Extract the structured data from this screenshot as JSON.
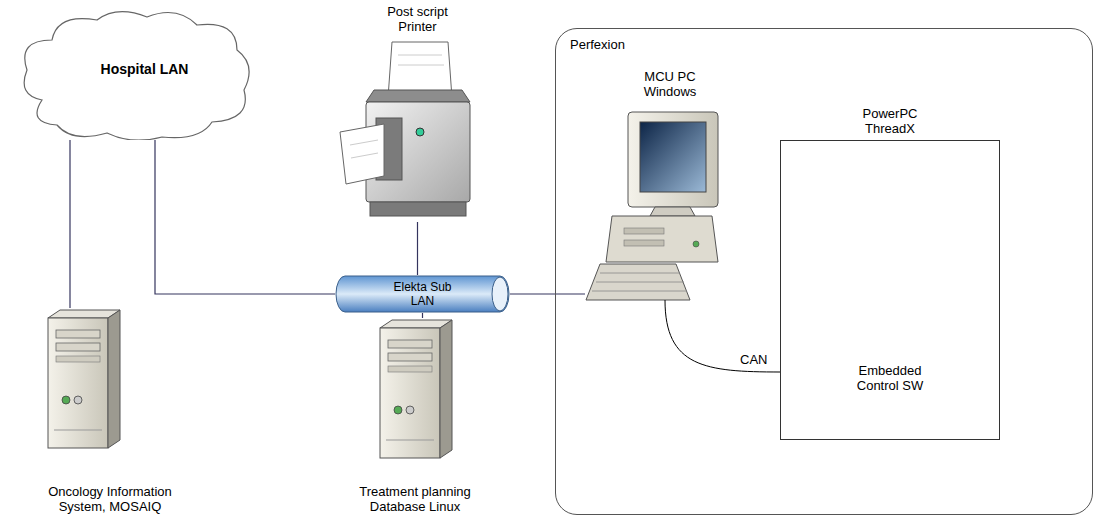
{
  "diagram": {
    "nodes": [
      {
        "text": [
          "Hospital LAN"
        ]
      },
      {
        "text": [
          "Post script Printer"
        ]
      },
      {
        "text": [
          "Perfexion"
        ]
      },
      {
        "text": [
          "MCU PC Windows"
        ],
        "in": 2
      },
      {
        "text": [
          "PowerPC ThreadX",
          "Embedded Control SW"
        ],
        "in": 2
      },
      {
        "text": [
          "Elekta Sub LAN"
        ]
      },
      {
        "text": [
          "Oncology Information System, MOSAIQ"
        ]
      },
      {
        "text": [
          "Treatment planning Database Linux"
        ]
      }
    ],
    "edges": [
      {
        "from": 0,
        "to": 6,
        "arrow": "none"
      },
      {
        "from": 0,
        "to": 5,
        "arrow": "none"
      },
      {
        "from": 1,
        "to": 5,
        "arrow": "none"
      },
      {
        "from": 5,
        "to": 7,
        "arrow": "none"
      },
      {
        "from": 5,
        "to": 3,
        "arrow": "none"
      },
      {
        "from": 3,
        "to": 4,
        "label": "CAN",
        "arrow": "none"
      }
    ]
  }
}
